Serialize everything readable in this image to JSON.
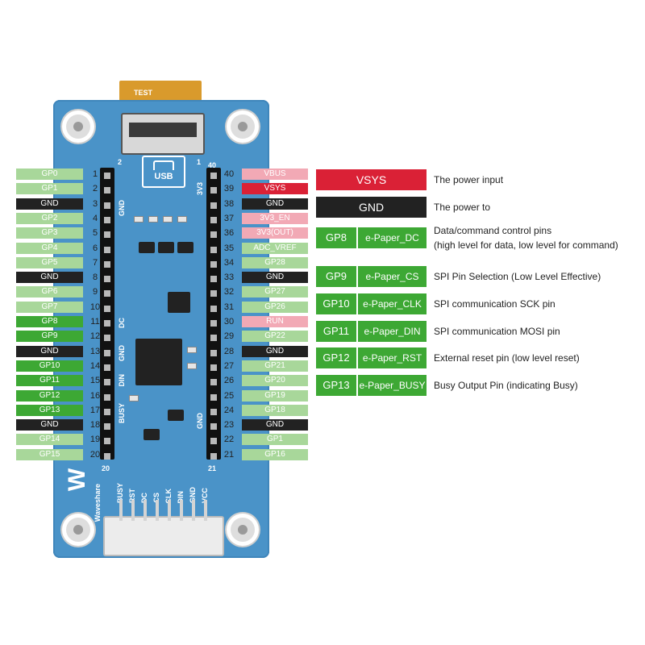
{
  "colors": {
    "gp_light": "#a8d79a",
    "gp_dark": "#3da834",
    "gnd": "#222222",
    "pink": "#f2a9b5",
    "red": "#da2136",
    "board": "#4a93c8"
  },
  "board": {
    "usb_label": "USB",
    "silk_top": "TEST",
    "silk_left_top": "GND",
    "silk_dc": "DC",
    "silk_gnd": "GND",
    "silk_din": "DIN",
    "silk_busy": "BUSY",
    "silk_3v3": "3V3",
    "silk_gnd_right": "GND",
    "corner_2": "2",
    "corner_1": "1",
    "corner_40": "40",
    "corner_20": "20",
    "corner_21": "21",
    "logo_mark": "W",
    "logo_text": "Waveshare",
    "connector_pins": [
      "BUSY",
      "RST",
      "DC",
      "CS",
      "CLK",
      "DIN",
      "GND",
      "VCC"
    ]
  },
  "left_pins": [
    {
      "num": "1",
      "label": "GP0",
      "style": "gp_light"
    },
    {
      "num": "2",
      "label": "GP1",
      "style": "gp_light"
    },
    {
      "num": "3",
      "label": "GND",
      "style": "gnd"
    },
    {
      "num": "4",
      "label": "GP2",
      "style": "gp_light"
    },
    {
      "num": "5",
      "label": "GP3",
      "style": "gp_light"
    },
    {
      "num": "6",
      "label": "GP4",
      "style": "gp_light"
    },
    {
      "num": "7",
      "label": "GP5",
      "style": "gp_light"
    },
    {
      "num": "8",
      "label": "GND",
      "style": "gnd"
    },
    {
      "num": "9",
      "label": "GP6",
      "style": "gp_light"
    },
    {
      "num": "10",
      "label": "GP7",
      "style": "gp_light"
    },
    {
      "num": "11",
      "label": "GP8",
      "style": "gp_dark"
    },
    {
      "num": "12",
      "label": "GP9",
      "style": "gp_dark"
    },
    {
      "num": "13",
      "label": "GND",
      "style": "gnd"
    },
    {
      "num": "14",
      "label": "GP10",
      "style": "gp_dark"
    },
    {
      "num": "15",
      "label": "GP11",
      "style": "gp_dark"
    },
    {
      "num": "16",
      "label": "GP12",
      "style": "gp_dark"
    },
    {
      "num": "17",
      "label": "GP13",
      "style": "gp_dark"
    },
    {
      "num": "18",
      "label": "GND",
      "style": "gnd"
    },
    {
      "num": "19",
      "label": "GP14",
      "style": "gp_light"
    },
    {
      "num": "20",
      "label": "GP15",
      "style": "gp_light"
    }
  ],
  "right_pins": [
    {
      "num": "40",
      "label": "VBUS",
      "style": "pink"
    },
    {
      "num": "39",
      "label": "VSYS",
      "style": "red"
    },
    {
      "num": "38",
      "label": "GND",
      "style": "gnd"
    },
    {
      "num": "37",
      "label": "3V3_EN",
      "style": "pink"
    },
    {
      "num": "36",
      "label": "3V3(OUT)",
      "style": "pink"
    },
    {
      "num": "35",
      "label": "ADC_VREF",
      "style": "gp_light"
    },
    {
      "num": "34",
      "label": "GP28",
      "style": "gp_light"
    },
    {
      "num": "33",
      "label": "GND",
      "style": "gnd"
    },
    {
      "num": "32",
      "label": "GP27",
      "style": "gp_light"
    },
    {
      "num": "31",
      "label": "GP26",
      "style": "gp_light"
    },
    {
      "num": "30",
      "label": "RUN",
      "style": "pink"
    },
    {
      "num": "29",
      "label": "GP22",
      "style": "gp_light"
    },
    {
      "num": "28",
      "label": "GND",
      "style": "gnd"
    },
    {
      "num": "27",
      "label": "GP21",
      "style": "gp_light"
    },
    {
      "num": "26",
      "label": "GP20",
      "style": "gp_light"
    },
    {
      "num": "25",
      "label": "GP19",
      "style": "gp_light"
    },
    {
      "num": "24",
      "label": "GP18",
      "style": "gp_light"
    },
    {
      "num": "23",
      "label": "GND",
      "style": "gnd"
    },
    {
      "num": "22",
      "label": "GP1",
      "style": "gp_light"
    },
    {
      "num": "21",
      "label": "GP16",
      "style": "gp_light"
    }
  ],
  "legend": [
    {
      "pin": "VSYS",
      "signal": "",
      "style": "red",
      "lines": [
        "The power input"
      ]
    },
    {
      "pin": "GND",
      "signal": "",
      "style": "gnd",
      "lines": [
        "The power to"
      ]
    },
    {
      "pin": "GP8",
      "signal": "e-Paper_DC",
      "style": "gp_dark",
      "lines": [
        "Data/command control pins",
        "(high level for data, low level for command)"
      ]
    },
    {
      "pin": "GP9",
      "signal": "e-Paper_CS",
      "style": "gp_dark",
      "lines": [
        "SPI Pin Selection (Low Level Effective)"
      ]
    },
    {
      "pin": "GP10",
      "signal": "e-Paper_CLK",
      "style": "gp_dark",
      "lines": [
        "SPI communication SCK pin"
      ]
    },
    {
      "pin": "GP11",
      "signal": "e-Paper_DIN",
      "style": "gp_dark",
      "lines": [
        "SPI communication MOSI pin"
      ]
    },
    {
      "pin": "GP12",
      "signal": "e-Paper_RST",
      "style": "gp_dark",
      "lines": [
        "External reset pin (low level reset)"
      ]
    },
    {
      "pin": "GP13",
      "signal": "e-Paper_BUSY",
      "style": "gp_dark",
      "lines": [
        "Busy Output Pin (indicating Busy)"
      ]
    }
  ]
}
